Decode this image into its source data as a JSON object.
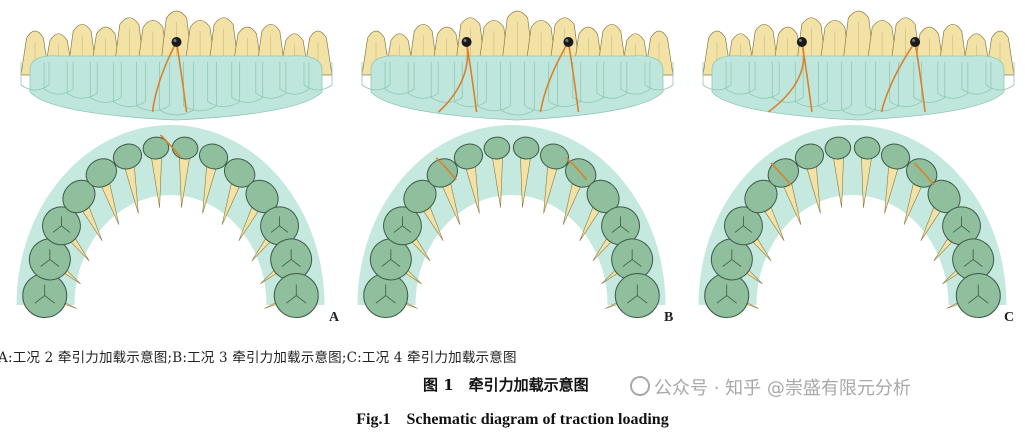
{
  "panels": [
    {
      "id": "A",
      "label": "A",
      "anchors": [
        0.5
      ],
      "tilt": 0
    },
    {
      "id": "B",
      "label": "B",
      "anchors": [
        0.32,
        0.68
      ],
      "tilt": 0.05
    },
    {
      "id": "C",
      "label": "C",
      "anchors": [
        0.3,
        0.7
      ],
      "tilt": 0.12
    }
  ],
  "caption_cn": "A:工况 2 牵引力加载示意图;B:工况 3 牵引力加载示意图;C:工况 4 牵引力加载示意图",
  "figure_title_cn": "图 1　牵引力加载示意图",
  "figure_title_en": "Fig.1　Schematic diagram of traction loading",
  "watermark": "公众号 · 知乎 @崇盛有限元分析",
  "colors": {
    "tooth": "#f3e2a6",
    "tooth_stroke": "#8b7a45",
    "aligner": "#bfe6dc",
    "aligner_dark": "#8fc7b4",
    "crown": "#8fbf9c",
    "crown_stroke": "#3e5a48",
    "traction": "#d9822b",
    "anchor": "#1a1a1a"
  }
}
